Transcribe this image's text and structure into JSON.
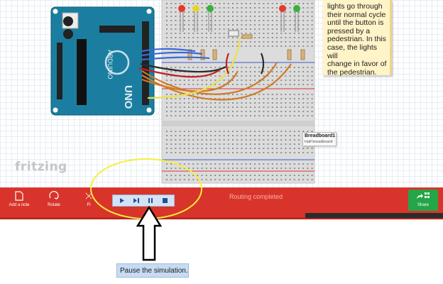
{
  "note": {
    "lines": [
      "lights go through",
      "their normal cycle",
      "until the button is",
      "pressed by a",
      "pedestrian. In this",
      "case, the lights will",
      "change in favor of",
      "the pedestrian."
    ]
  },
  "canvas": {
    "watermark": "fritzing",
    "breadboard_label": "Breadboard1",
    "breadboard_sub": "Half breadboard",
    "arduino_label": "UNO",
    "arduino_brand": "ARDUINO"
  },
  "toolbar": {
    "add_note_label": "Add a note",
    "rotate_label": "Rotate",
    "flip_label": "Fl",
    "status_text": "Routing completed",
    "share_label": "Share",
    "accent_color": "#d9342b",
    "share_color": "#24a548",
    "sim_buttons": [
      {
        "name": "play-icon"
      },
      {
        "name": "step-icon"
      },
      {
        "name": "pause-icon"
      },
      {
        "name": "stop-icon"
      }
    ]
  },
  "caption": {
    "text": "Pause the simulation."
  },
  "highlight_color": "#f5ef3a"
}
